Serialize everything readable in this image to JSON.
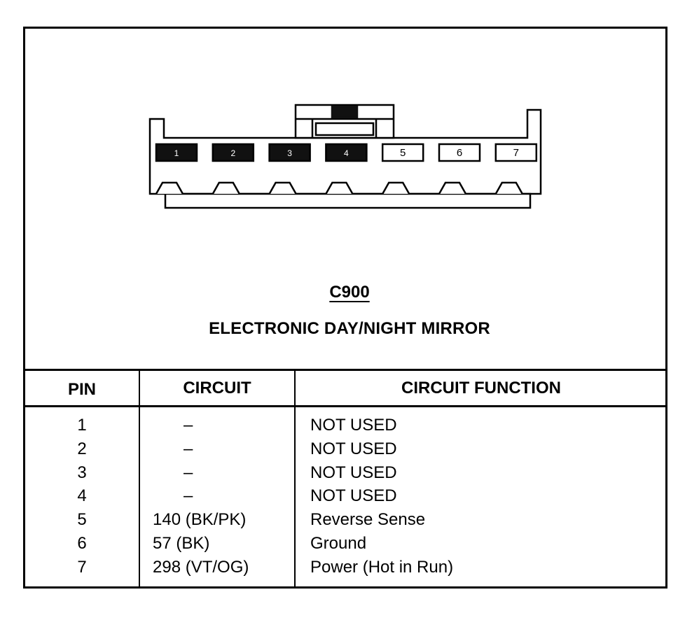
{
  "connector": {
    "id": "C900",
    "name": "ELECTRONIC DAY/NIGHT MIRROR",
    "cavities": [
      {
        "label": "1",
        "fill": "#111111"
      },
      {
        "label": "2",
        "fill": "#111111"
      },
      {
        "label": "3",
        "fill": "#111111"
      },
      {
        "label": "4",
        "fill": "#111111"
      },
      {
        "label": "5",
        "fill": "#ffffff"
      },
      {
        "label": "6",
        "fill": "#ffffff"
      },
      {
        "label": "7",
        "fill": "#ffffff"
      }
    ]
  },
  "table": {
    "headers": {
      "pin": "PIN",
      "circuit": "CIRCUIT",
      "function": "CIRCUIT FUNCTION"
    },
    "rows": [
      {
        "pin": "1",
        "circuit": "–",
        "function": "NOT USED"
      },
      {
        "pin": "2",
        "circuit": "–",
        "function": "NOT USED"
      },
      {
        "pin": "3",
        "circuit": "–",
        "function": "NOT USED"
      },
      {
        "pin": "4",
        "circuit": "–",
        "function": "NOT USED"
      },
      {
        "pin": "5",
        "circuit": "140 (BK/PK)",
        "function": "Reverse Sense"
      },
      {
        "pin": "6",
        "circuit": "57 (BK)",
        "function": "Ground"
      },
      {
        "pin": "7",
        "circuit": "298 (VT/OG)",
        "function": "Power (Hot in Run)"
      }
    ]
  }
}
